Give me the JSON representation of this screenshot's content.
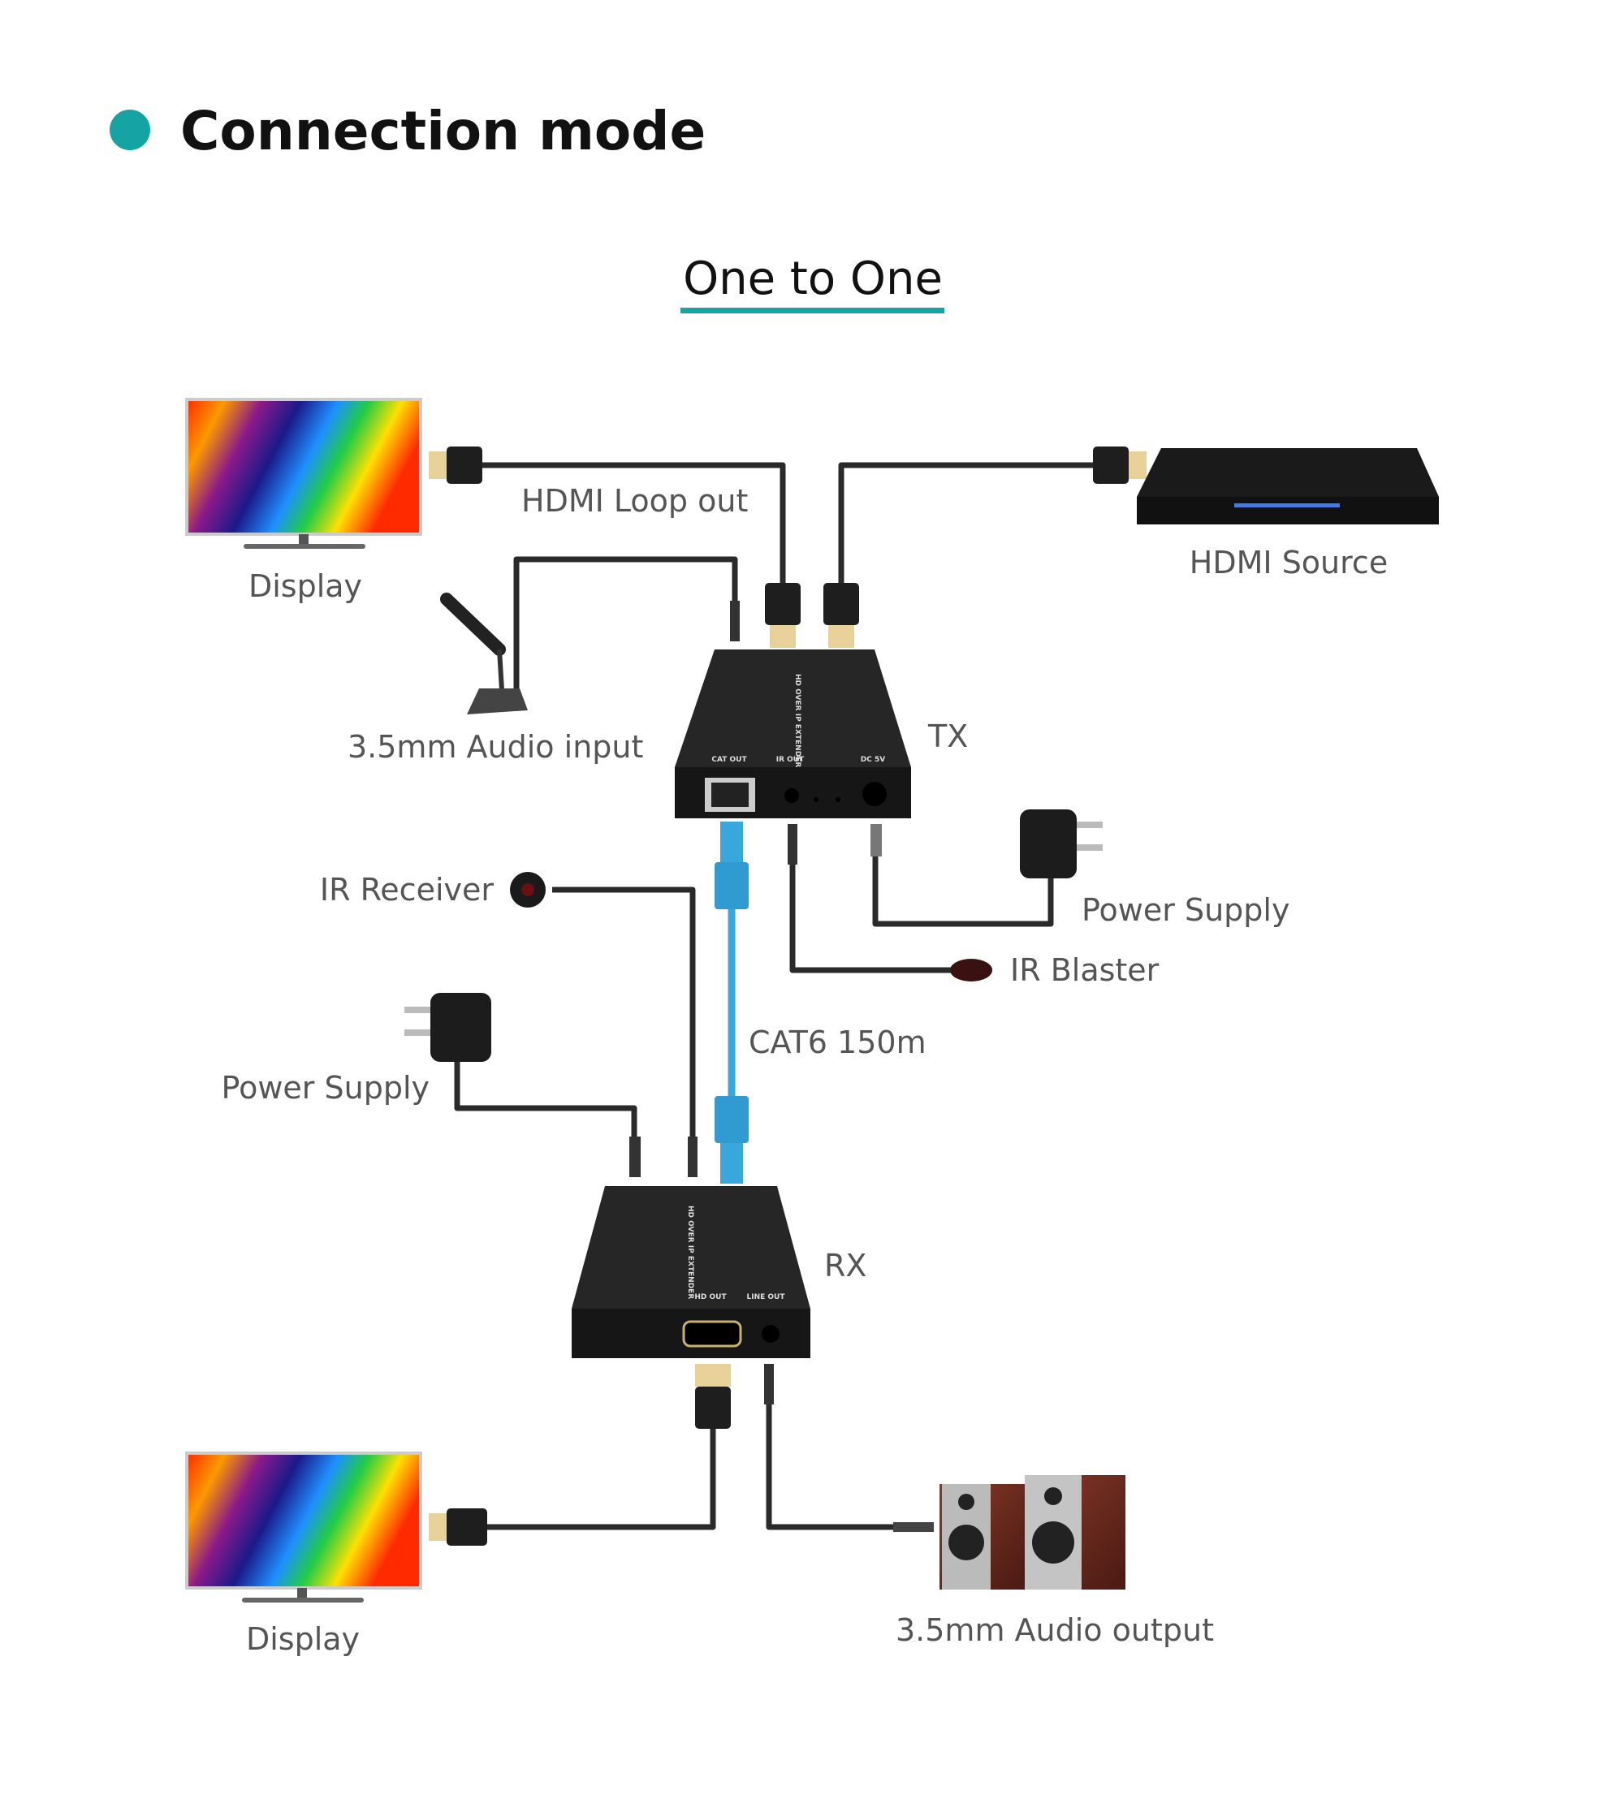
{
  "header": {
    "title": "Connection mode",
    "accent": "#16a3a3"
  },
  "subtitle": "One to One",
  "labels": {
    "display_top": "Display",
    "hdmi_loop_out": "HDMI Loop out",
    "hdmi_source": "HDMI Source",
    "audio_input": "3.5mm Audio input",
    "tx": "TX",
    "ir_receiver": "IR Receiver",
    "power_supply_tx": "Power Supply",
    "ir_blaster": "IR Blaster",
    "cat6": "CAT6 150m",
    "power_supply_rx": "Power Supply",
    "rx": "RX",
    "display_bottom": "Display",
    "audio_output": "3.5mm Audio output"
  },
  "devices": {
    "tx": {
      "name": "HD OVER IP EXTENDER",
      "ports": [
        "CAT OUT",
        "IR OUT",
        "DC 5V"
      ]
    },
    "rx": {
      "name": "HD OVER IP EXTENDER",
      "ports": [
        "HD OUT",
        "LINE OUT"
      ]
    }
  },
  "colors": {
    "cat_cable": "#3aa7dc",
    "label": "#555555",
    "device": "#1c1c1c"
  }
}
